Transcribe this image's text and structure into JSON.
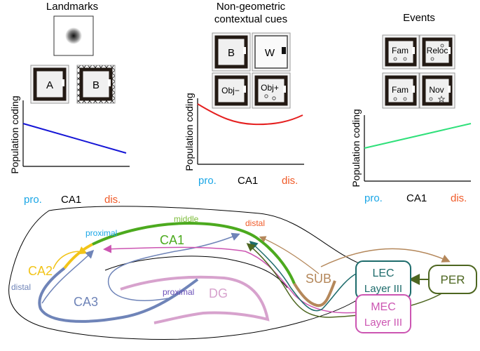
{
  "panels": {
    "landmarks": {
      "title": "Landmarks",
      "arena_labels": [
        "A",
        "B"
      ],
      "ylabel": "Population coding",
      "x_left": "pro.",
      "x_mid": "CA1",
      "x_right": "dis.",
      "line_color": "#1515d6"
    },
    "contextual": {
      "title_line1": "Non-geometric",
      "title_line2": "contextual cues",
      "arena_labels": [
        "B",
        "W",
        "Obj−",
        "Obj+"
      ],
      "ylabel": "Population coding",
      "x_left": "pro.",
      "x_mid": "CA1",
      "x_right": "dis.",
      "line_color": "#e52020"
    },
    "events": {
      "title": "Events",
      "arena_labels": [
        "Fam",
        "Reloc",
        "Fam",
        "Nov"
      ],
      "ylabel": "Population coding",
      "x_left": "pro.",
      "x_mid": "CA1",
      "x_right": "dis.",
      "line_color": "#2fe07a"
    }
  },
  "hippocampus": {
    "labels": {
      "ca1": "CA1",
      "ca2": "CA2",
      "ca3": "CA3",
      "dg": "DG",
      "sub": "SUB",
      "ca1_proximal": "proximal",
      "ca1_middle": "middle",
      "ca1_distal": "distal",
      "ca3_distal": "distal",
      "ca3_proximal": "proximal",
      "lec_line1": "LEC",
      "lec_line2": "Layer III",
      "mec_line1": "MEC",
      "mec_line2": "Layer III",
      "per": "PER"
    },
    "colors": {
      "ca1": "#4caa1e",
      "ca2": "#f2c418",
      "ca3": "#6f84b8",
      "dg": "#d7a2cd",
      "sub": "#b4875a",
      "lec": "#1d6b6b",
      "mec": "#cc55b2",
      "per": "#4d6620",
      "pro": "#1aa6e6",
      "dis": "#f05a28"
    }
  }
}
